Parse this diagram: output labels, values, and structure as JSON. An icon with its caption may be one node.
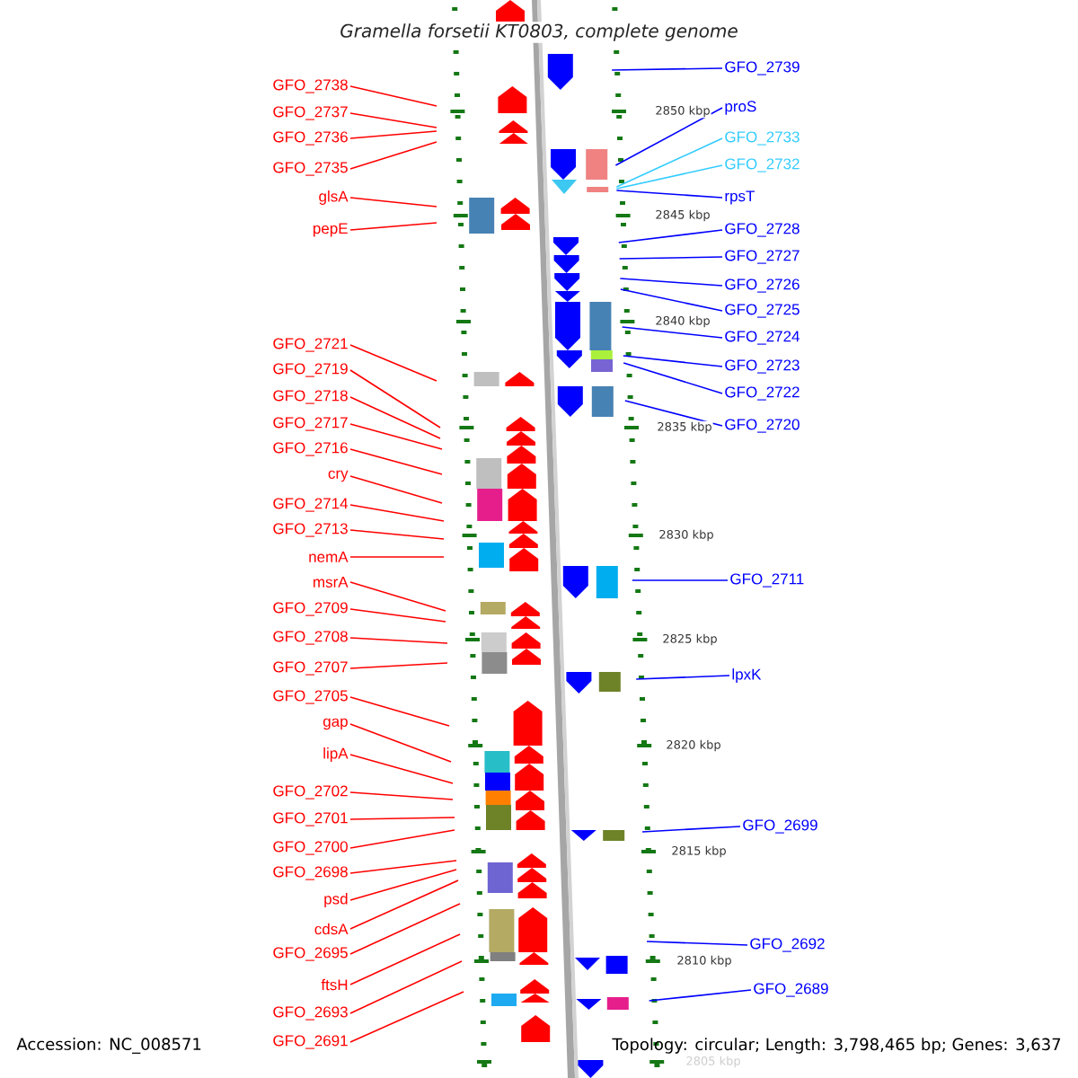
{
  "diagram": {
    "title": "Gramella forsetii KT0803, complete genome",
    "nodes": [
      {
        "text": [
          "GFO_2738"
        ]
      },
      {
        "text": [
          "GFO_2737"
        ]
      },
      {
        "text": [
          "GFO_2736"
        ]
      },
      {
        "text": [
          "GFO_2735"
        ]
      },
      {
        "text": [
          "glsA"
        ]
      },
      {
        "text": [
          "pepE"
        ]
      },
      {
        "text": [
          "GFO_2721"
        ]
      },
      {
        "text": [
          "GFO_2719"
        ]
      },
      {
        "text": [
          "GFO_2718"
        ]
      },
      {
        "text": [
          "GFO_2717"
        ]
      },
      {
        "text": [
          "GFO_2716"
        ]
      },
      {
        "text": [
          "cry"
        ]
      },
      {
        "text": [
          "GFO_2714"
        ]
      },
      {
        "text": [
          "GFO_2713"
        ]
      },
      {
        "text": [
          "nemA"
        ]
      },
      {
        "text": [
          "msrA"
        ]
      },
      {
        "text": [
          "GFO_2709"
        ]
      },
      {
        "text": [
          "GFO_2708"
        ]
      },
      {
        "text": [
          "GFO_2707"
        ]
      },
      {
        "text": [
          "GFO_2705"
        ]
      },
      {
        "text": [
          "gap"
        ]
      },
      {
        "text": [
          "lipA"
        ]
      },
      {
        "text": [
          "GFO_2702"
        ]
      },
      {
        "text": [
          "GFO_2701"
        ]
      },
      {
        "text": [
          "GFO_2700"
        ]
      },
      {
        "text": [
          "GFO_2698"
        ]
      },
      {
        "text": [
          "psd"
        ]
      },
      {
        "text": [
          "cdsA"
        ]
      },
      {
        "text": [
          "GFO_2695"
        ]
      },
      {
        "text": [
          "ftsH"
        ]
      },
      {
        "text": [
          "GFO_2693"
        ]
      },
      {
        "text": [
          "GFO_2691"
        ]
      },
      {
        "text": [
          "GFO_2739"
        ]
      },
      {
        "text": [
          "proS"
        ]
      },
      {
        "text": [
          "GFO_2733"
        ]
      },
      {
        "text": [
          "GFO_2732"
        ]
      },
      {
        "text": [
          "rpsT"
        ]
      },
      {
        "text": [
          "GFO_2728"
        ]
      },
      {
        "text": [
          "GFO_2727"
        ]
      },
      {
        "text": [
          "GFO_2726"
        ]
      },
      {
        "text": [
          "GFO_2725"
        ]
      },
      {
        "text": [
          "GFO_2724"
        ]
      },
      {
        "text": [
          "GFO_2723"
        ]
      },
      {
        "text": [
          "GFO_2722"
        ]
      },
      {
        "text": [
          "GFO_2720"
        ]
      },
      {
        "text": [
          "GFO_2711"
        ]
      },
      {
        "text": [
          "lpxK"
        ]
      },
      {
        "text": [
          "GFO_2699"
        ]
      },
      {
        "text": [
          "GFO_2692"
        ]
      },
      {
        "text": [
          "GFO_2689"
        ]
      }
    ],
    "edges": [
      {
        "from": 0,
        "to": null,
        "arrow": "none"
      },
      {
        "from": 1,
        "to": null,
        "arrow": "none"
      },
      {
        "from": 2,
        "to": null,
        "arrow": "none"
      },
      {
        "from": 3,
        "to": null,
        "arrow": "none"
      },
      {
        "from": 4,
        "to": null,
        "arrow": "none"
      },
      {
        "from": 5,
        "to": null,
        "arrow": "none"
      },
      {
        "from": 6,
        "to": null,
        "arrow": "none"
      },
      {
        "from": 7,
        "to": null,
        "arrow": "none"
      },
      {
        "from": 8,
        "to": null,
        "arrow": "none"
      },
      {
        "from": 9,
        "to": null,
        "arrow": "none"
      },
      {
        "from": 10,
        "to": null,
        "arrow": "none"
      },
      {
        "from": 11,
        "to": null,
        "arrow": "none"
      },
      {
        "from": 12,
        "to": null,
        "arrow": "none"
      },
      {
        "from": 13,
        "to": null,
        "arrow": "none"
      },
      {
        "from": 14,
        "to": null,
        "arrow": "none"
      },
      {
        "from": 15,
        "to": null,
        "arrow": "none"
      },
      {
        "from": 16,
        "to": null,
        "arrow": "none"
      },
      {
        "from": 17,
        "to": null,
        "arrow": "none"
      },
      {
        "from": 18,
        "to": null,
        "arrow": "none"
      },
      {
        "from": 19,
        "to": null,
        "arrow": "none"
      },
      {
        "from": 20,
        "to": null,
        "arrow": "none"
      },
      {
        "from": 21,
        "to": null,
        "arrow": "none"
      },
      {
        "from": 22,
        "to": null,
        "arrow": "none"
      },
      {
        "from": 23,
        "to": null,
        "arrow": "none"
      },
      {
        "from": 24,
        "to": null,
        "arrow": "none"
      },
      {
        "from": 25,
        "to": null,
        "arrow": "none"
      },
      {
        "from": 26,
        "to": null,
        "arrow": "none"
      },
      {
        "from": 27,
        "to": null,
        "arrow": "none"
      },
      {
        "from": 28,
        "to": null,
        "arrow": "none"
      },
      {
        "from": 29,
        "to": null,
        "arrow": "none"
      },
      {
        "from": 30,
        "to": null,
        "arrow": "none"
      },
      {
        "from": 31,
        "to": null,
        "arrow": "none"
      },
      {
        "from": 32,
        "to": null,
        "arrow": "none",
        "color": "#0000ff"
      },
      {
        "from": 33,
        "to": null,
        "arrow": "none",
        "color": "#0000ff"
      },
      {
        "from": 34,
        "to": null,
        "arrow": "none",
        "color": "#33ccff"
      },
      {
        "from": 35,
        "to": null,
        "arrow": "none",
        "color": "#33ccff"
      },
      {
        "from": 36,
        "to": null,
        "arrow": "none",
        "color": "#0000ff"
      },
      {
        "from": 37,
        "to": null,
        "arrow": "none",
        "color": "#0000ff"
      },
      {
        "from": 38,
        "to": null,
        "arrow": "none",
        "color": "#0000ff"
      },
      {
        "from": 39,
        "to": null,
        "arrow": "none",
        "color": "#0000ff"
      },
      {
        "from": 40,
        "to": null,
        "arrow": "none",
        "color": "#0000ff"
      },
      {
        "from": 41,
        "to": null,
        "arrow": "none",
        "color": "#0000ff"
      },
      {
        "from": 42,
        "to": null,
        "arrow": "none",
        "color": "#0000ff"
      },
      {
        "from": 43,
        "to": null,
        "arrow": "none",
        "color": "#0000ff"
      },
      {
        "from": 44,
        "to": null,
        "arrow": "none",
        "color": "#0000ff"
      },
      {
        "from": 45,
        "to": null,
        "arrow": "none",
        "color": "#0000ff"
      },
      {
        "from": 46,
        "to": null,
        "arrow": "none",
        "color": "#0000ff"
      },
      {
        "from": 47,
        "to": null,
        "arrow": "none",
        "color": "#0000ff"
      },
      {
        "from": 48,
        "to": null,
        "arrow": "none",
        "color": "#0000ff"
      },
      {
        "from": 49,
        "to": null,
        "arrow": "none",
        "color": "#0000ff"
      }
    ],
    "labels": [
      "2850 kbp",
      "2845 kbp",
      "2840 kbp",
      "2835 kbp",
      "2830 kbp",
      "2825 kbp",
      "2820 kbp",
      "2815 kbp",
      "2810 kbp",
      "2805 kbp",
      "Accession: NC_008571",
      "Topology: circular; Length: 3,798,465 bp; Genes: 3,637"
    ]
  }
}
